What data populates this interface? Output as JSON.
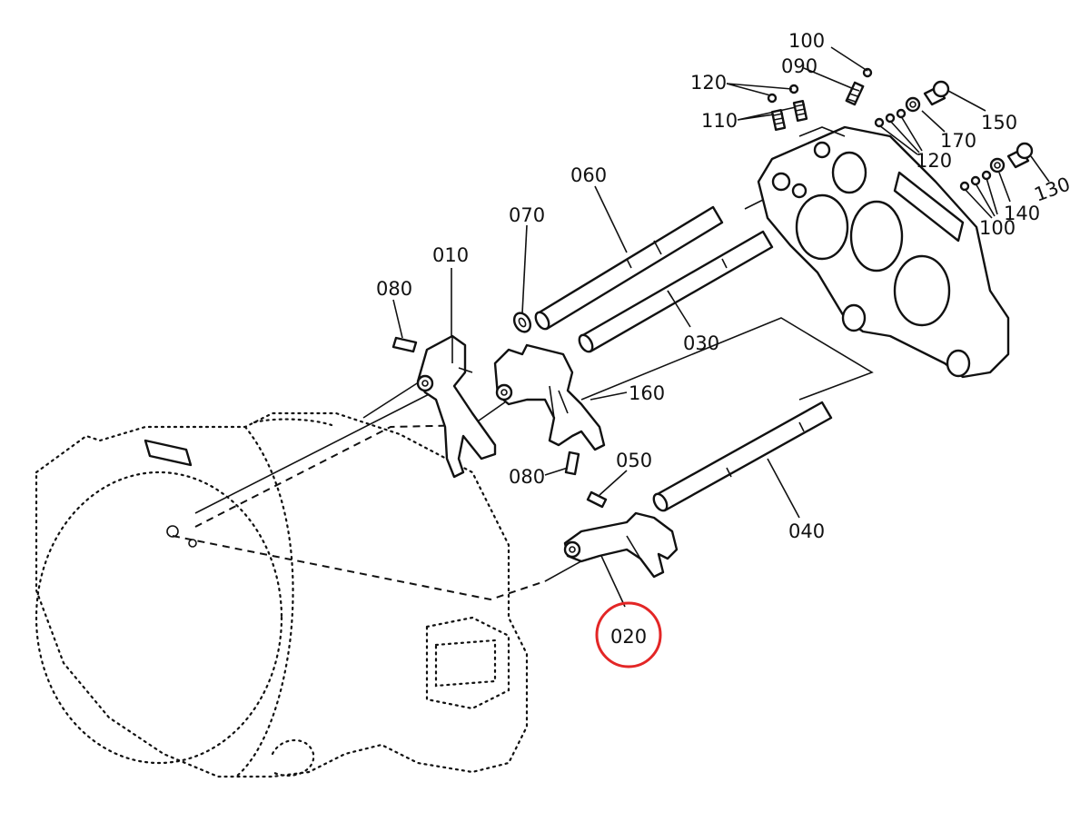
{
  "colors": {
    "line": "#111111",
    "highlight": "#e32626",
    "background": "#ffffff"
  },
  "highlighted_label": "020",
  "labels": [
    {
      "key": "l100a",
      "text": "100"
    },
    {
      "key": "l090",
      "text": "090"
    },
    {
      "key": "l120a",
      "text": "120"
    },
    {
      "key": "l110",
      "text": "110"
    },
    {
      "key": "l150",
      "text": "150"
    },
    {
      "key": "l170",
      "text": "170"
    },
    {
      "key": "l120b",
      "text": "120"
    },
    {
      "key": "l130",
      "text": "130"
    },
    {
      "key": "l140",
      "text": "140"
    },
    {
      "key": "l100b",
      "text": "100"
    },
    {
      "key": "l060",
      "text": "060"
    },
    {
      "key": "l070",
      "text": "070"
    },
    {
      "key": "l010",
      "text": "010"
    },
    {
      "key": "l080a",
      "text": "080"
    },
    {
      "key": "l030",
      "text": "030"
    },
    {
      "key": "l160",
      "text": "160"
    },
    {
      "key": "l080b",
      "text": "080"
    },
    {
      "key": "l050",
      "text": "050"
    },
    {
      "key": "l040",
      "text": "040"
    },
    {
      "key": "l020",
      "text": "020"
    }
  ]
}
